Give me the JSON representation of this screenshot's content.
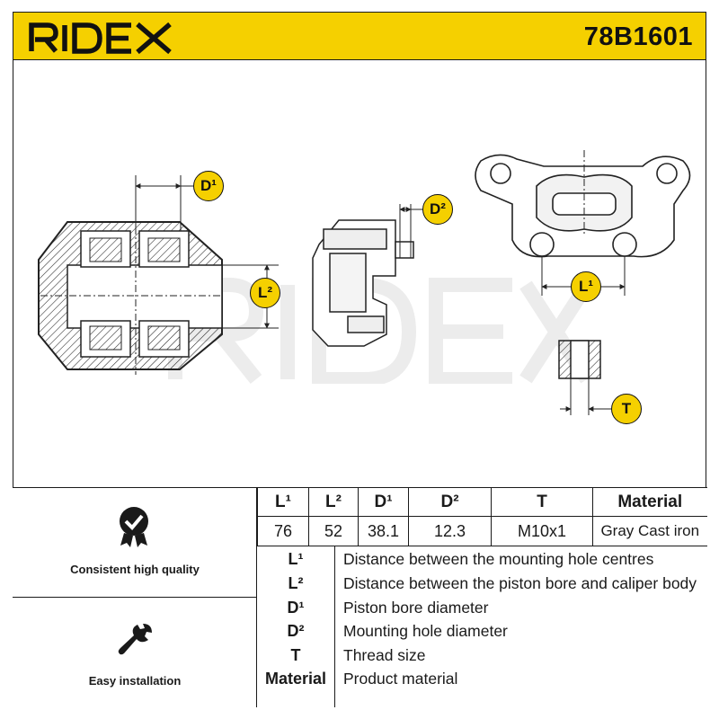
{
  "header": {
    "brand": "RIDEX",
    "part_number": "78B1601",
    "background_color": "#f5d000"
  },
  "callouts": {
    "d1": "D¹",
    "d2": "D²",
    "l1": "L¹",
    "l2": "L²",
    "t": "T"
  },
  "watermark": "RIDEX",
  "features": [
    {
      "label": "Consistent high quality",
      "icon": "quality-badge-icon"
    },
    {
      "label": "Easy installation",
      "icon": "wrench-icon"
    }
  ],
  "spec_table": {
    "headers": [
      "L¹",
      "L²",
      "D¹",
      "D²",
      "T",
      "Material"
    ],
    "values": [
      "76",
      "52",
      "38.1",
      "12.3",
      "M10x1",
      "Gray Cast iron"
    ]
  },
  "legend": [
    {
      "key": "L¹",
      "desc": "Distance between the mounting hole centres"
    },
    {
      "key": "L²",
      "desc": "Distance between the piston bore and caliper body"
    },
    {
      "key": "D¹",
      "desc": "Piston bore diameter"
    },
    {
      "key": "D²",
      "desc": "Mounting hole diameter"
    },
    {
      "key": "T",
      "desc": "Thread size"
    },
    {
      "key": "Material",
      "desc": "Product material"
    }
  ]
}
